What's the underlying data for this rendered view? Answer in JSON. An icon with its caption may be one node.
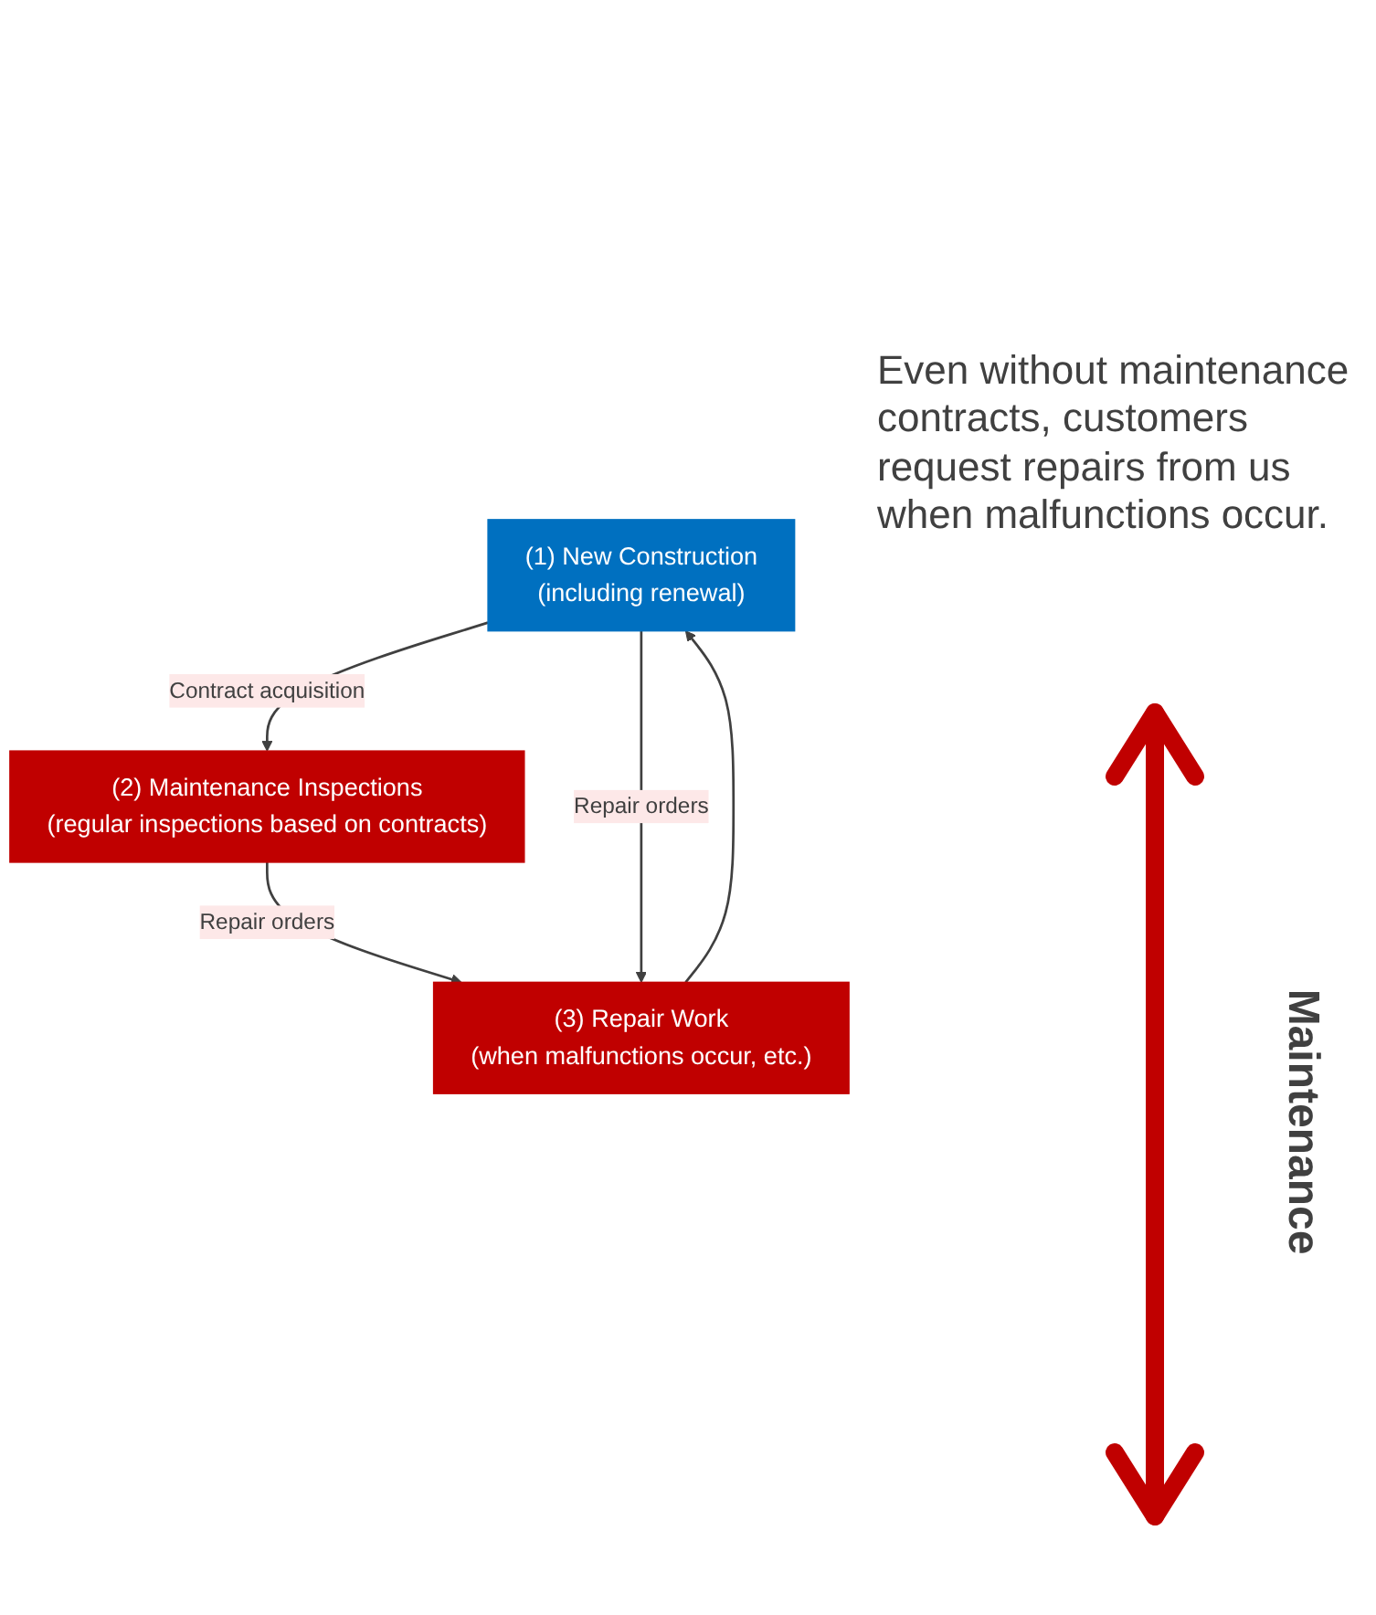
{
  "diagram": {
    "nodes": [
      {
        "text": [
          "(1) New Construction",
          "(including renewal)"
        ]
      },
      {
        "text": [
          "(2) Maintenance Inspections",
          "(regular inspections based on contracts)"
        ]
      },
      {
        "text": [
          "(3) Repair Work",
          "(when malfunctions occur, etc.)"
        ]
      }
    ],
    "edges": [
      {
        "from": 0,
        "to": 1,
        "arrow": "to",
        "label": "Contract acquisition"
      },
      {
        "from": 1,
        "to": 2,
        "arrow": "to",
        "label": "Repair orders"
      },
      {
        "from": 0,
        "to": 2,
        "arrow": "to",
        "label": "Repair orders"
      },
      {
        "from": 2,
        "to": 0,
        "arrow": "to"
      }
    ],
    "labels": [
      "Even without maintenance contracts, customers request repairs from us when malfunctions occur.",
      "Maintenance"
    ]
  }
}
